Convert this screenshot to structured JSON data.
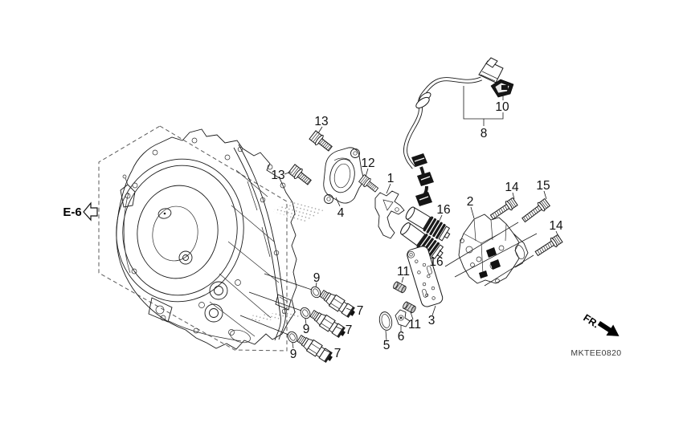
{
  "diagram": {
    "section_ref": "E-6",
    "drawing_code": "MKTEE0820",
    "direction_label": "FR.",
    "colors": {
      "line": "#1a1a1a",
      "background": "#ffffff"
    },
    "callouts": [
      {
        "label": "13"
      },
      {
        "label": "13"
      },
      {
        "label": "12"
      },
      {
        "label": "1"
      },
      {
        "label": "4"
      },
      {
        "label": "2"
      },
      {
        "label": "16"
      },
      {
        "label": "16"
      },
      {
        "label": "14"
      },
      {
        "label": "15"
      },
      {
        "label": "14"
      },
      {
        "label": "8"
      },
      {
        "label": "10"
      },
      {
        "label": "11"
      },
      {
        "label": "11"
      },
      {
        "label": "3"
      },
      {
        "label": "6"
      },
      {
        "label": "5"
      },
      {
        "label": "9"
      },
      {
        "label": "9"
      },
      {
        "label": "9"
      },
      {
        "label": "7"
      },
      {
        "label": "7"
      },
      {
        "label": "7"
      }
    ]
  }
}
